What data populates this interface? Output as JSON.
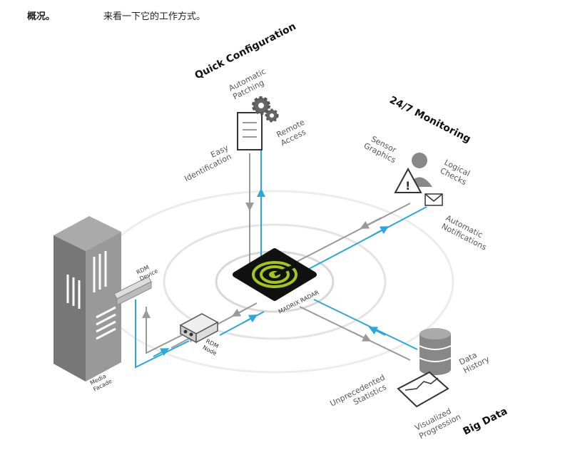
{
  "header": {
    "left": "概况。",
    "right": "来看一下它的工作方式。"
  },
  "center": {
    "label": "MADRIX RADAR"
  },
  "quick_config": {
    "title": "Quick Configuration",
    "automatic_patching": [
      "Automatic",
      "Patching"
    ],
    "easy_identification": [
      "Easy",
      "Identification"
    ],
    "remote_access": [
      "Remote",
      "Access"
    ]
  },
  "monitoring": {
    "title": "24/7 Monitoring",
    "sensor_graphics": [
      "Sensor",
      "Graphics"
    ],
    "logical_checks": [
      "Logical",
      "Checks"
    ],
    "automatic_notifications": [
      "Automatic",
      "Notifications"
    ]
  },
  "big_data": {
    "title": "Big Data",
    "data_history": [
      "Data",
      "History"
    ],
    "unprecedented_statistics": [
      "Unprecedented",
      "Statistics"
    ],
    "visualized_progression": [
      "Visualized",
      "Progression"
    ]
  },
  "media_facade": [
    "Media",
    "Facade"
  ],
  "rdm_device": [
    "RDM",
    "Device"
  ],
  "rdm_node": [
    "RDM",
    "Node"
  ],
  "colors": {
    "blue": "#2ba7df",
    "gray": "#999999",
    "green": "#a6c519",
    "dark": "#333333"
  }
}
